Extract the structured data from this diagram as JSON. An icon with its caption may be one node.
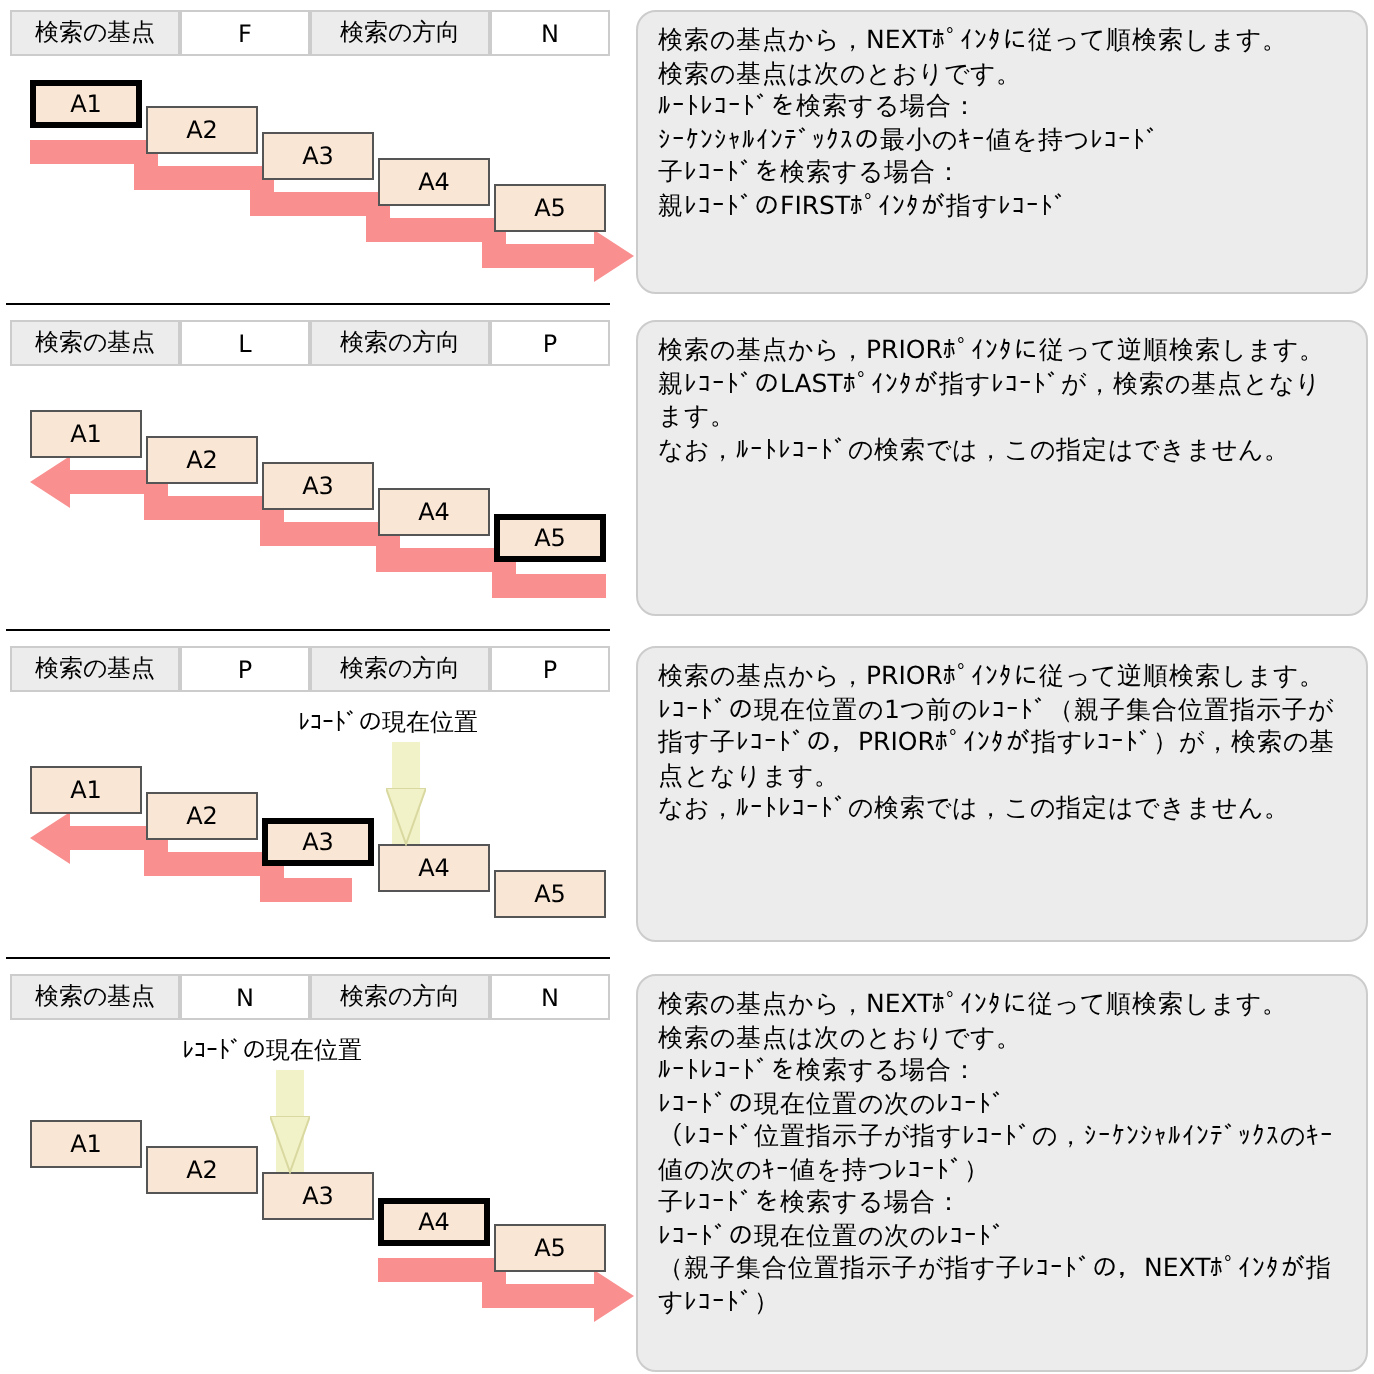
{
  "diagram": {
    "nodes": [
      {
        "text": [
          "A1"
        ]
      },
      {
        "text": [
          "A2"
        ]
      },
      {
        "text": [
          "A3"
        ]
      },
      {
        "text": [
          "A4"
        ]
      },
      {
        "text": [
          "A5"
        ]
      },
      {
        "text": [
          "検索の基点から，NEXTﾎﾟｲﾝﾀに従って順検索します。",
          "検索の基点は次のとおりです。",
          "ﾙｰﾄﾚｺｰﾄﾞを検索する場合：",
          "ｼｰｹﾝｼｬﾙｲﾝﾃﾞｯｸｽの最小のｷｰ値を持つﾚｺｰﾄﾞ",
          "子ﾚｺｰﾄﾞを検索する場合：",
          "親ﾚｺｰﾄﾞのFIRSTﾎﾟｲﾝﾀが指すﾚｺｰﾄﾞ"
        ]
      },
      {
        "text": [
          "A1"
        ]
      },
      {
        "text": [
          "A2"
        ]
      },
      {
        "text": [
          "A3"
        ]
      },
      {
        "text": [
          "A4"
        ]
      },
      {
        "text": [
          "A5"
        ]
      },
      {
        "text": [
          "検索の基点から，PRIORﾎﾟｲﾝﾀに従って逆順検索します。",
          "親ﾚｺｰﾄﾞのLASTﾎﾟｲﾝﾀが指すﾚｺｰﾄﾞが，検索の基点となります。",
          "なお，ﾙｰﾄﾚｺｰﾄﾞの検索では，この指定はできません。"
        ]
      },
      {
        "text": [
          "ﾚｺｰﾄﾞの現在位置"
        ]
      },
      {
        "text": [
          "A1"
        ]
      },
      {
        "text": [
          "A2"
        ]
      },
      {
        "text": [
          "A3"
        ]
      },
      {
        "text": [
          "A4"
        ]
      },
      {
        "text": [
          "A5"
        ]
      },
      {
        "text": [
          "検索の基点から，PRIORﾎﾟｲﾝﾀに従って逆順検索します。",
          "ﾚｺｰﾄﾞの現在位置の1つ前のﾚｺｰﾄﾞ（親子集合位置指示子が指す子ﾚｺｰﾄﾞの，PRIORﾎﾟｲﾝﾀが指すﾚｺｰﾄﾞ）が，検索の基点となります。",
          "なお，ﾙｰﾄﾚｺｰﾄﾞの検索では，この指定はできません。"
        ]
      },
      {
        "text": [
          "ﾚｺｰﾄﾞの現在位置"
        ]
      },
      {
        "text": [
          "A1"
        ]
      },
      {
        "text": [
          "A2"
        ]
      },
      {
        "text": [
          "A3"
        ]
      },
      {
        "text": [
          "A4"
        ]
      },
      {
        "text": [
          "A5"
        ]
      },
      {
        "text": [
          "検索の基点から，NEXTﾎﾟｲﾝﾀに従って順検索します。",
          "検索の基点は次のとおりです。",
          "ﾙｰﾄﾚｺｰﾄﾞを検索する場合：",
          "ﾚｺｰﾄﾞの現在位置の次のﾚｺｰﾄﾞ",
          "（ﾚｺｰﾄﾞ位置指示子が指すﾚｺｰﾄﾞの，ｼｰｹﾝｼｬﾙｲﾝﾃﾞｯｸｽのｷｰ値の次のｷｰ値を持つﾚｺｰﾄﾞ）",
          "子ﾚｺｰﾄﾞを検索する場合：",
          "ﾚｺｰﾄﾞの現在位置の次のﾚｺｰﾄﾞ",
          "（親子集合位置指示子が指す子ﾚｺｰﾄﾞの，NEXTﾎﾟｲﾝﾀが指すﾚｺｰﾄﾞ）"
        ]
      }
    ],
    "edges": [
      {
        "from": 12,
        "to": 16,
        "arrow": "to"
      },
      {
        "from": 19,
        "to": 22,
        "arrow": "to"
      }
    ],
    "labels": [
      "検索の基点",
      "F",
      "検索の方向",
      "N",
      "検索の基点",
      "L",
      "検索の方向",
      "P",
      "検索の基点",
      "P",
      "検索の方向",
      "P",
      "検索の基点",
      "N",
      "検索の方向",
      "N"
    ]
  }
}
